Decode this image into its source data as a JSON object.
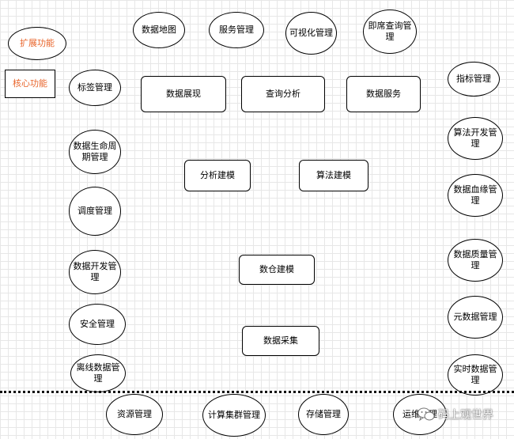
{
  "legend": {
    "extension": "扩展功能",
    "core": "核心功能"
  },
  "top_row": {
    "data_map": "数据地图",
    "service_mgmt": "服务管理",
    "visualization_mgmt": "可视化管理",
    "adhoc_query_mgmt": "即席查询管理"
  },
  "core_layer": {
    "data_display": "数据展现",
    "query_analysis": "查询分析",
    "data_service": "数据服务",
    "analysis_modeling": "分析建模",
    "algorithm_modeling": "算法建模",
    "warehouse_modeling": "数仓建模",
    "data_collection": "数据采集"
  },
  "left_column": {
    "tag_mgmt": "标签管理",
    "lifecycle_mgmt": "数据生命周期管理",
    "schedule_mgmt": "调度管理",
    "dev_mgmt": "数据开发管理",
    "security_mgmt": "安全管理",
    "offline_data_mgmt": "离线数据管理"
  },
  "right_column": {
    "metric_mgmt": "指标管理",
    "algorithm_dev_mgmt": "算法开发管理",
    "lineage_mgmt": "数据血缘管理",
    "quality_mgmt": "数据质量管理",
    "metadata_mgmt": "元数据管理",
    "realtime_data_mgmt": "实时数据管理"
  },
  "infrastructure": {
    "resource_mgmt": "资源管理",
    "cluster_mgmt": "计算集群管理",
    "storage_mgmt": "存储管理",
    "ops_mgmt": "运维管理"
  },
  "watermark": "码上观世界",
  "colors": {
    "accent": "#e8642a",
    "border": "#000000",
    "grid": "#e7e7e7"
  }
}
